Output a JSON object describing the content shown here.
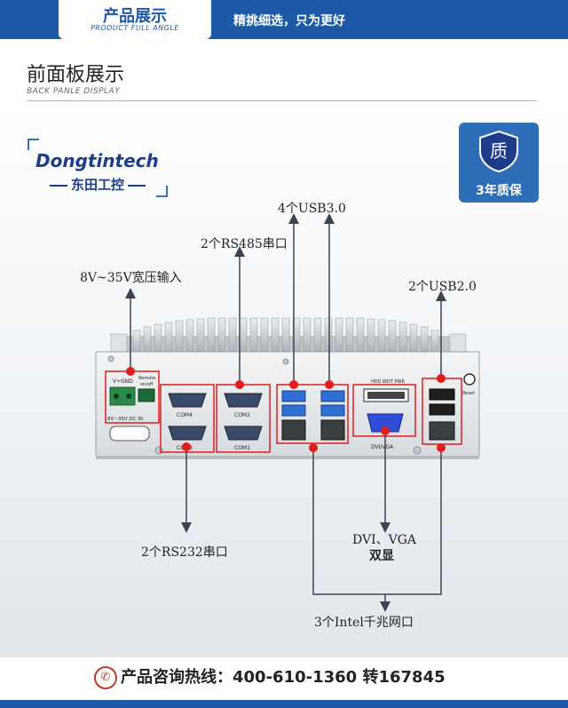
{
  "header": {
    "tab_title": "产品展示",
    "tab_subtitle": "PRODUCT FULL ANGLE",
    "slogan": "精挑细选，只为更好"
  },
  "section": {
    "title": "前面板展示",
    "subtitle": "BACK PANLE DISPLAY"
  },
  "logo": {
    "brand_en": "Dongtintech",
    "brand_cn": "东田工控"
  },
  "badge": {
    "icon_char": "质",
    "text": "3年质保"
  },
  "callouts": {
    "power": "8V~35V宽压输入",
    "rs485": "2个RS485串口",
    "usb3": "4个USB3.0",
    "usb2": "2个USB2.0",
    "rs232": "2个RS232串口",
    "dvi_vga_1": "DVI、VGA",
    "dvi_vga_2": "双显",
    "lan": "3个Intel千兆网口"
  },
  "panel": {
    "v_gnd": "V+GND",
    "remote": "Remote",
    "on_off": "on/off",
    "dc_in": "8V~35V DC IN",
    "com4": "COM4",
    "com3": "COM3",
    "com2": "COM2",
    "com1": "COM1",
    "hdd_wdt_pwr": "HDD WDT PWR",
    "dvi_vga": "DVI/VGA",
    "reset": "Reset"
  },
  "footer": {
    "hotline_label": "产品咨询热线：",
    "hotline_number": "400-610-1360",
    "ext": "转167845"
  },
  "colors": {
    "brand_blue": "#1c5aa8",
    "marker_red": "#e11d1d"
  }
}
